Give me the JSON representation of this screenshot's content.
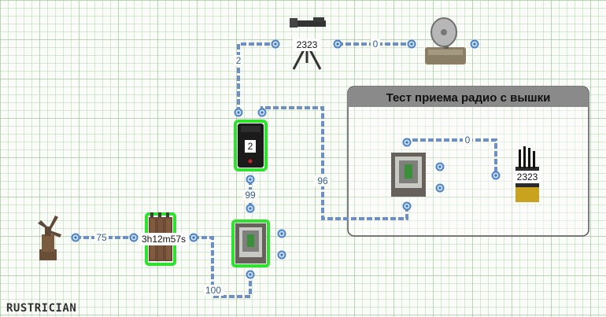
{
  "group": {
    "title": "Тест приема радио с вышки"
  },
  "nodes": {
    "windmill": {
      "icon": "windmill-icon"
    },
    "battery": {
      "icon": "battery-icon",
      "value": "3h12m57s"
    },
    "switch": {
      "icon": "power-switch-icon",
      "value": "2"
    },
    "receiver_main": {
      "icon": "rf-receiver-icon"
    },
    "turret": {
      "icon": "auto-turret-icon",
      "value": "2323"
    },
    "dish": {
      "icon": "satellite-dish-icon"
    },
    "receiver_group": {
      "icon": "rf-receiver-icon"
    },
    "broadcaster": {
      "icon": "rf-broadcaster-icon",
      "value": "2323"
    }
  },
  "wires": {
    "windmill_battery": "75",
    "battery_receiver": "100",
    "receiver_switch": "99",
    "switch_turret": "2",
    "turret_dish": "0",
    "switch_group_receiver": "96",
    "group_receiver_broadcaster": "0"
  },
  "logo": {
    "text": "RUSTRICIAN"
  },
  "colors": {
    "wire": "#6d8fc2",
    "port": "#3c73bd",
    "selection_glow": "#2fe02f",
    "group_header": "#8a8a8a"
  }
}
